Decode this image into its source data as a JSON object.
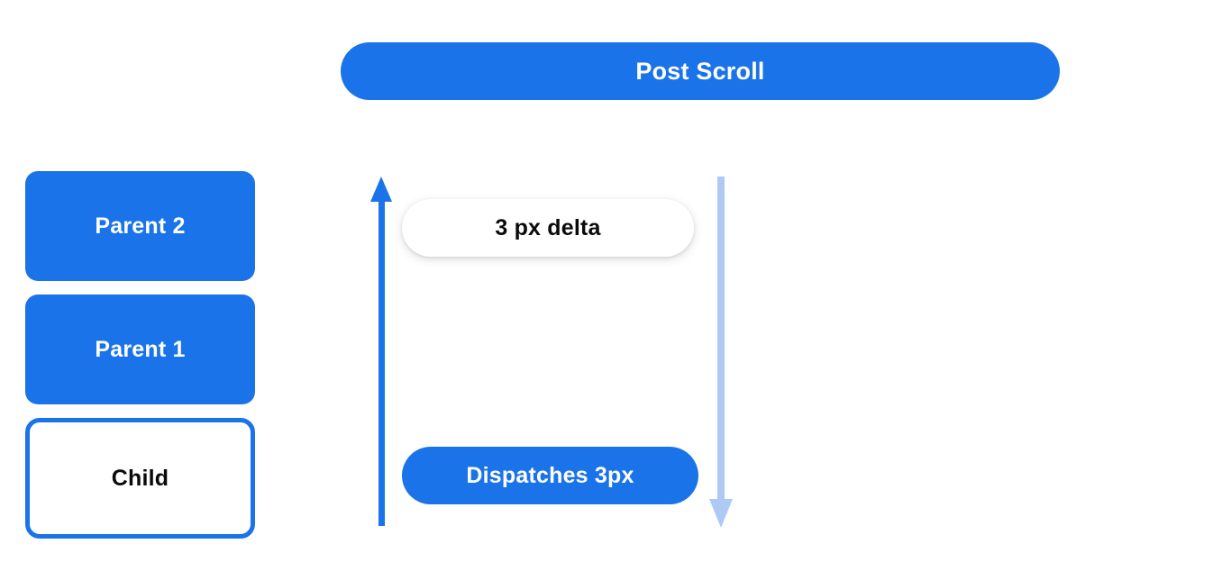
{
  "diagram": {
    "title_bar": {
      "label": "Post Scroll",
      "color": "#1a73e8"
    },
    "stack": [
      {
        "label": "Parent 2",
        "style": "filled",
        "fill": "#1a73e8",
        "text_color": "#ffffff"
      },
      {
        "label": "Parent 1",
        "style": "filled",
        "fill": "#1a73e8",
        "text_color": "#ffffff"
      },
      {
        "label": "Child",
        "style": "outlined",
        "fill": "#ffffff",
        "border_color": "#1a73e8",
        "text_color": "#0a0a0a"
      }
    ],
    "arrows": [
      {
        "name": "up-arrow",
        "direction": "up",
        "color": "#1a73e8"
      },
      {
        "name": "down-arrow",
        "direction": "down",
        "color": "#aec9f4"
      }
    ],
    "pills": [
      {
        "label": "3 px delta",
        "fill": "#ffffff",
        "text_color": "#0a0a0a"
      },
      {
        "label": "Dispatches 3px",
        "fill": "#1a73e8",
        "text_color": "#ffffff"
      }
    ]
  }
}
